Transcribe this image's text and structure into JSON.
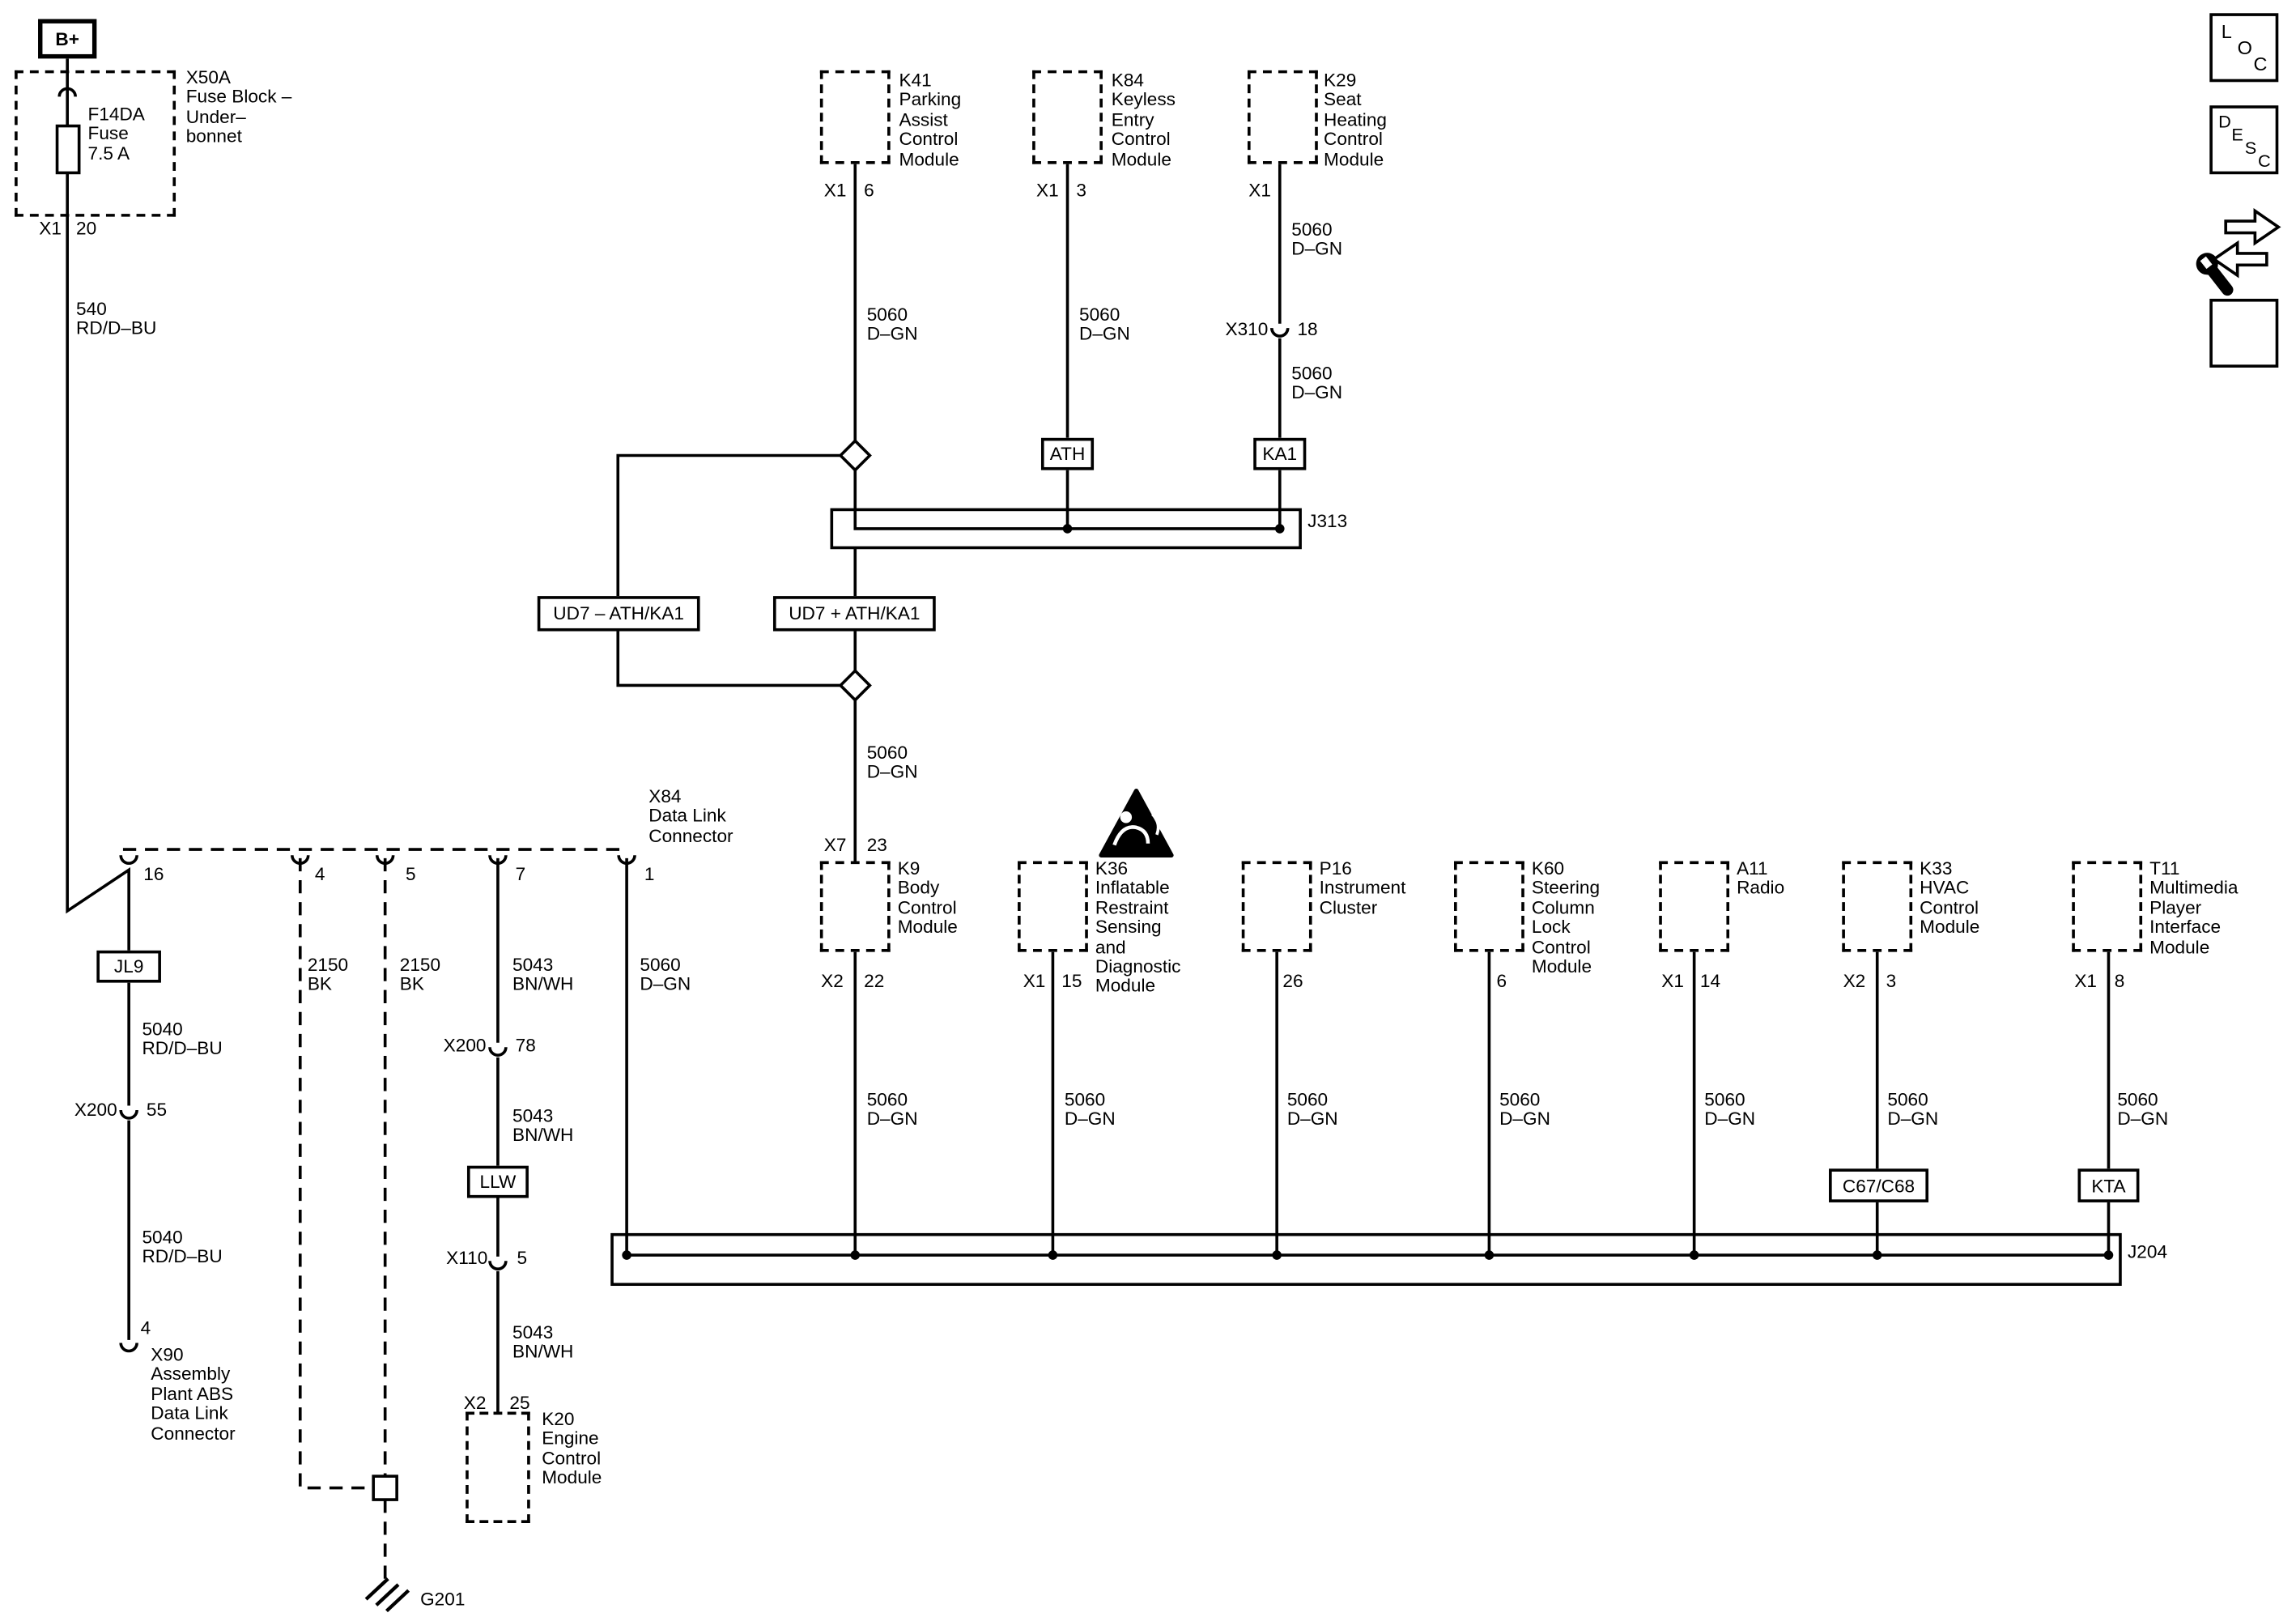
{
  "power": {
    "bplus": "B+",
    "fuse_block": "X50A\nFuse Block –\nUnder–\nbonnet",
    "fuse": "F14DA\nFuse\n7.5 A",
    "connector": "X1",
    "pin": "20",
    "wire": "540\nRD/D–BU"
  },
  "top_modules": [
    {
      "name": "K41\nParking\nAssist\nControl\nModule",
      "connector": "X1",
      "pin": "6",
      "wire": "5060\nD–GN"
    },
    {
      "name": "K84\nKeyless\nEntry\nControl\nModule",
      "connector": "X1",
      "pin": "3",
      "wire": "5060\nD–GN",
      "tag": "ATH"
    },
    {
      "name": "K29\nSeat\nHeating\nControl\nModule",
      "connector": "X1",
      "wire_upper": "5060\nD–GN",
      "inline_connector": "X310",
      "inline_pin": "18",
      "wire_lower": "5060\nD–GN",
      "tag": "KA1"
    }
  ],
  "splices": {
    "j313": "J313",
    "j204": "J204"
  },
  "options": {
    "without": "UD7 – ATH/KA1",
    "with": "UD7 + ATH/KA1"
  },
  "center": {
    "wire": "5060\nD–GN",
    "connector": "X7",
    "pin": "23"
  },
  "data_link": {
    "name": "X84\nData Link\nConnector",
    "pins": [
      "16",
      "4",
      "5",
      "7",
      "1"
    ],
    "pin1_wire": "5060\nD–GN"
  },
  "abs_branch": {
    "tag": "JL9",
    "wire_upper": "5040\nRD/D–BU",
    "inline_connector": "X200",
    "inline_pin": "55",
    "wire_lower": "5040\nRD/D–BU",
    "end_pin": "4",
    "end_name": "X90\nAssembly\nPlant ABS\nData Link\nConnector"
  },
  "ground_branch": {
    "wire_pin4": "2150\nBK",
    "wire_pin5": "2150\nBK",
    "label": "G201"
  },
  "ecm_branch": {
    "wire_upper": "5043\nBN/WH",
    "inline_connector_a": "X200",
    "inline_pin_a": "78",
    "wire_mid": "5043\nBN/WH",
    "tag": "LLW",
    "inline_connector_b": "X110",
    "inline_pin_b": "5",
    "wire_lower": "5043\nBN/WH",
    "connector": "X2",
    "pin": "25",
    "module": "K20\nEngine\nControl\nModule"
  },
  "bottom_modules": [
    {
      "name": "K9\nBody\nControl\nModule",
      "connector": "X2",
      "pin": "22",
      "wire": "5060\nD–GN"
    },
    {
      "name": "K36\nInflatable\nRestraint\nSensing\nand\nDiagnostic\nModule",
      "connector": "X1",
      "pin": "15",
      "wire": "5060\nD–GN"
    },
    {
      "name": "P16\nInstrument\nCluster",
      "pin": "26",
      "wire": "5060\nD–GN"
    },
    {
      "name": "K60\nSteering\nColumn\nLock\nControl\nModule",
      "pin": "6",
      "wire": "5060\nD–GN"
    },
    {
      "name": "A11\nRadio",
      "connector": "X1",
      "pin": "14",
      "wire": "5060\nD–GN"
    },
    {
      "name": "K33\nHVAC\nControl\nModule",
      "connector": "X2",
      "pin": "3",
      "wire": "5060\nD–GN",
      "tag": "C67/C68"
    },
    {
      "name": "T11\nMultimedia\nPlayer\nInterface\nModule",
      "connector": "X1",
      "pin": "8",
      "wire": "5060\nD–GN",
      "tag": "KTA"
    }
  ],
  "toolbar": {
    "loc_letters": [
      "L",
      "O",
      "C"
    ],
    "desc_letters": [
      "D",
      "E",
      "S",
      "C"
    ]
  }
}
